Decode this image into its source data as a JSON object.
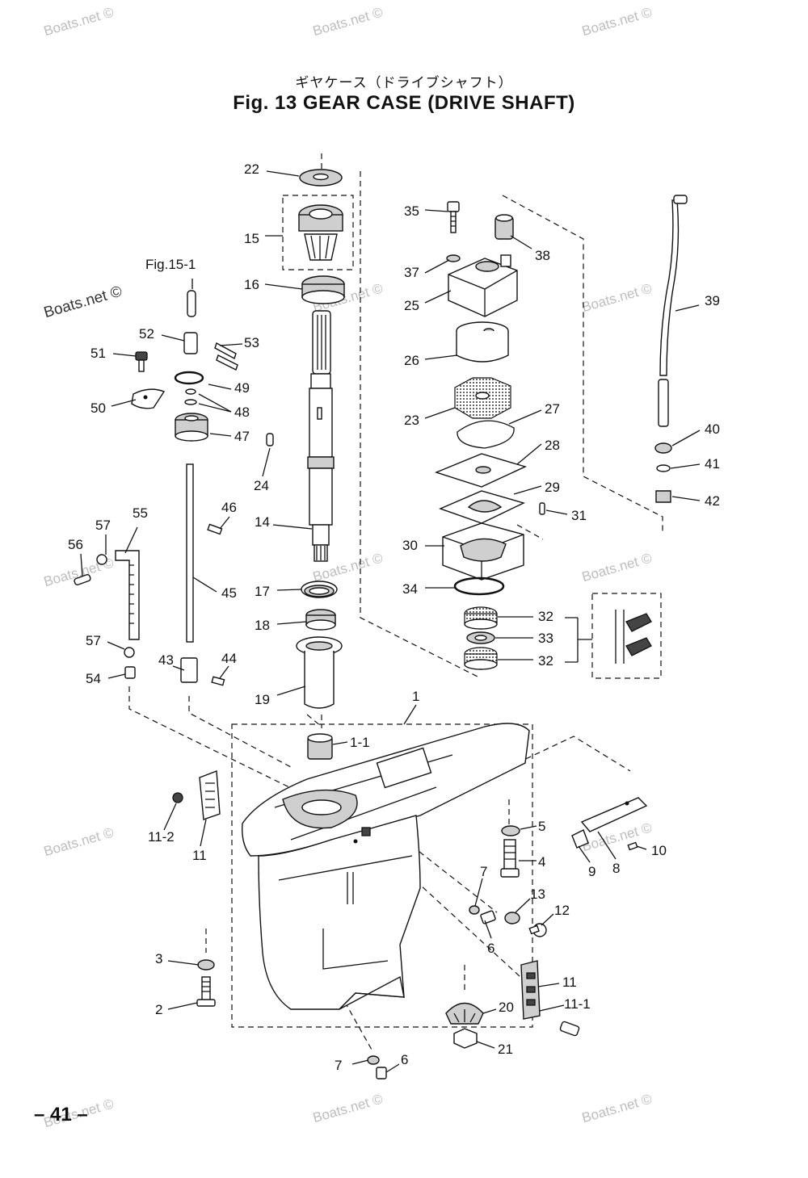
{
  "header": {
    "jp_title": "ギヤケース（ドライブシャフト）",
    "title": "Fig. 13   GEAR CASE   (DRIVE SHAFT)"
  },
  "watermark": "Boats.net ©",
  "page_number": "– 41 –",
  "reference_label": "Fig.15-1",
  "callouts": [
    "22",
    "15",
    "16",
    "14",
    "17",
    "18",
    "19",
    "24",
    "35",
    "38",
    "37",
    "25",
    "26",
    "23",
    "27",
    "28",
    "29",
    "31",
    "30",
    "34",
    "32",
    "33",
    "32",
    "39",
    "40",
    "41",
    "42",
    "52",
    "53",
    "51",
    "49",
    "48",
    "50",
    "47",
    "46",
    "45",
    "55",
    "57",
    "56",
    "57",
    "54",
    "43",
    "44",
    "1",
    "1-1",
    "5",
    "4",
    "10",
    "8",
    "9",
    "11-2",
    "11",
    "7",
    "13",
    "12",
    "6",
    "3",
    "2",
    "11",
    "11-1",
    "20",
    "21",
    "7",
    "6"
  ]
}
